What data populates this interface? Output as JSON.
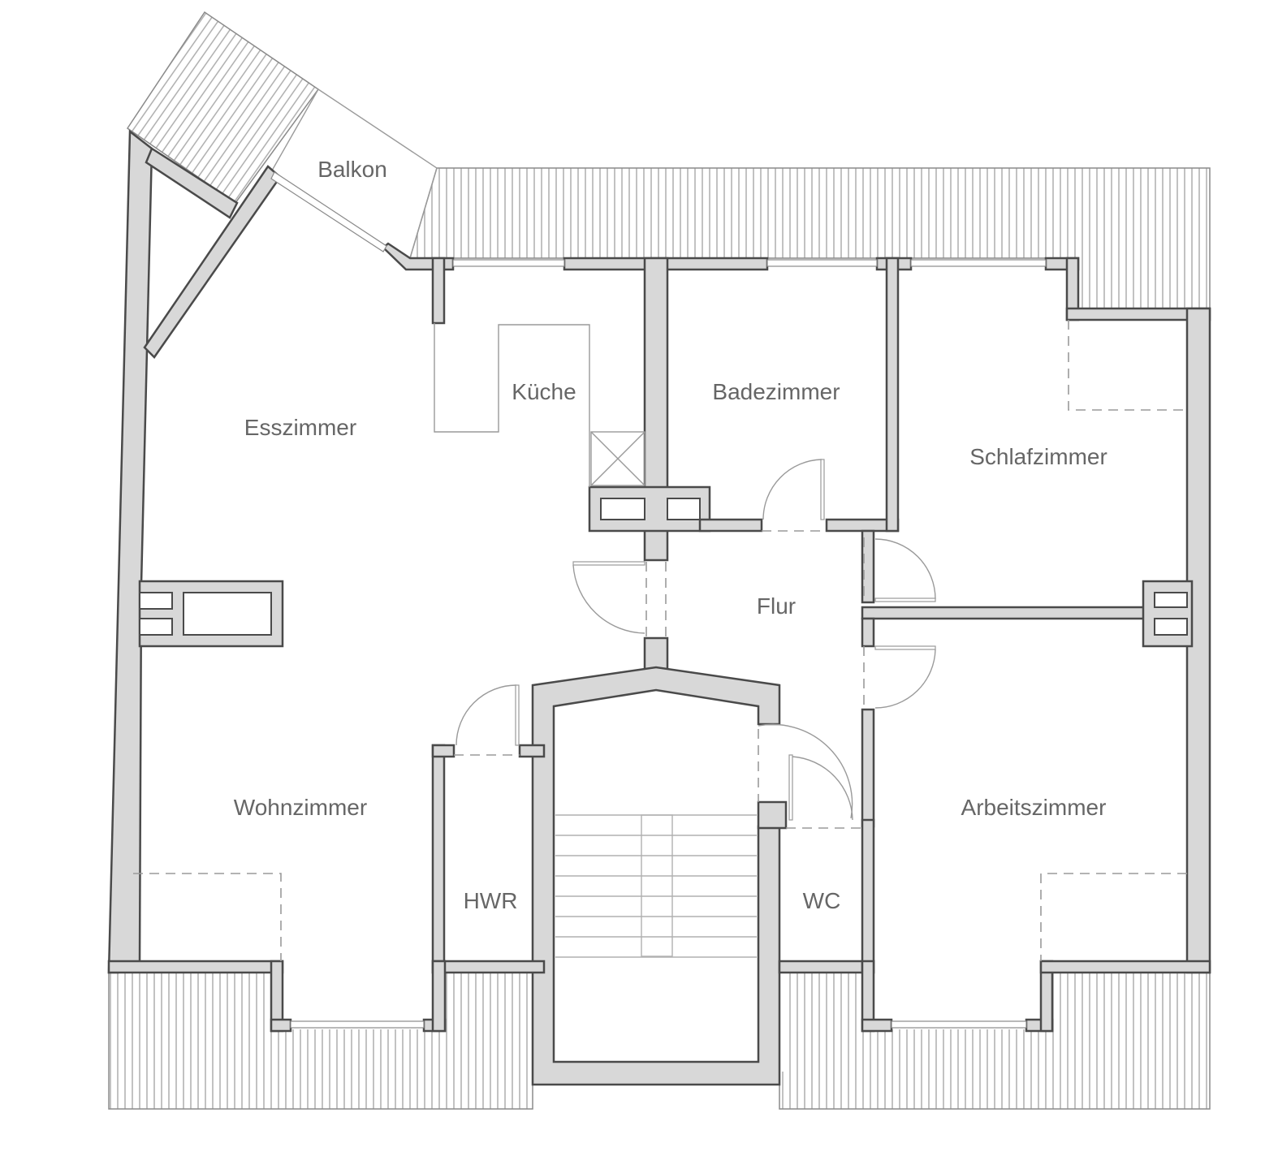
{
  "floorplan": {
    "rooms": {
      "balkon": "Balkon",
      "kueche": "Küche",
      "badezimmer": "Badezimmer",
      "esszimmer": "Esszimmer",
      "schlafzimmer": "Schlafzimmer",
      "flur": "Flur",
      "wohnzimmer": "Wohnzimmer",
      "arbeitszimmer": "Arbeitszimmer",
      "hwr": "HWR",
      "wc": "WC"
    },
    "colors": {
      "wall_fill": "#d8d8d8",
      "wall_outline": "#4a4a4a",
      "fixture_line": "#9a9a9a",
      "label_text": "#666666",
      "background": "#ffffff"
    }
  }
}
